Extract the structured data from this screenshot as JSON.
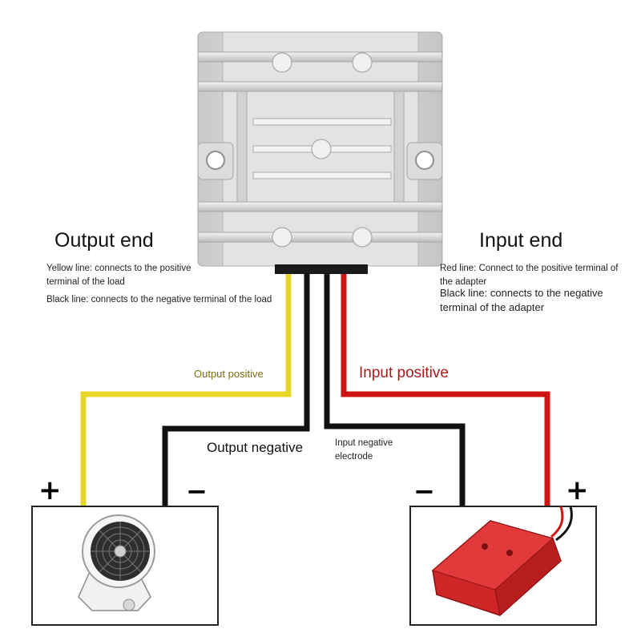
{
  "output_end": {
    "title": "Output end",
    "line1": "Yellow line: connects to the positive terminal of the load",
    "line1_a": "Yellow line: connects to the positive",
    "line1_b": "terminal of the load",
    "line2": "Black line: connects to the negative terminal of the load"
  },
  "input_end": {
    "title": "Input end",
    "line1_a": "Red line: Connect to the positive terminal of",
    "line1_b": "the adapter",
    "line2_a": "Black line: connects to the negative",
    "line2_b": "terminal of the adapter"
  },
  "wire_labels": {
    "output_positive": "Output positive",
    "output_negative": "Output negative",
    "input_positive": "Input positive",
    "input_negative_a": "Input negative",
    "input_negative_b": "electrode"
  },
  "terminals": {
    "load_plus": "+",
    "load_minus": "−",
    "source_minus": "−",
    "source_plus": "+"
  },
  "icons": [
    "converter-module-icon",
    "desk-fan-icon",
    "battery-adapter-icon"
  ],
  "colors": {
    "yellow_wire": "#e8d62a",
    "black_wire": "#111111",
    "red_wire": "#d01414",
    "input_positive_text": "#b01818",
    "output_positive_text": "#7a6d10",
    "module": "#d9d9d9",
    "adapter": "#d42a2a"
  }
}
